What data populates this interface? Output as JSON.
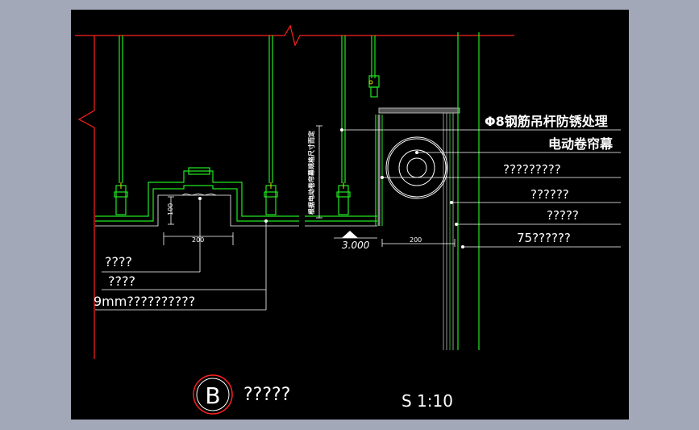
{
  "drawing": {
    "callouts": {
      "rod": "Φ8钢筋吊杆防锈处理",
      "roller": "电动卷帘幕",
      "c3": "?????????",
      "c4": "??????",
      "c5": "?????",
      "c6": "75??????"
    },
    "left_callouts": {
      "l1": "????",
      "l2": "????",
      "l3": "9mm??????????"
    },
    "dims": {
      "height_100": "100",
      "width_200_left": "200",
      "width_200_right": "200",
      "elevation": "3.000",
      "vertical_note": "根据电动卷帘幕规格尺寸而定"
    },
    "title_block": {
      "mark": "B",
      "title": "?????",
      "scale": "S 1:10"
    }
  }
}
